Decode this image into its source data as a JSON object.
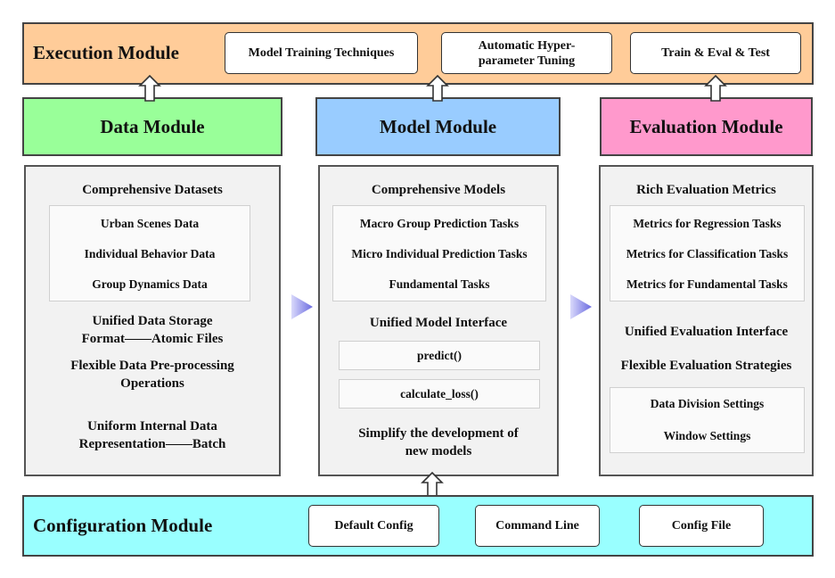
{
  "colors": {
    "execution_bg": "#ffcc99",
    "data_header": "#99ff99",
    "model_header": "#99ccff",
    "eval_header": "#ff99cc",
    "config_bg": "#99ffff",
    "panel_bg": "#f2f2f2",
    "arrow_fill": "#8a8ae6"
  },
  "execution": {
    "title": "Execution Module",
    "items": [
      "Model Training Techniques",
      "Automatic Hyper-parameter Tuning",
      "Train & Eval & Test"
    ]
  },
  "data_module": {
    "title": "Data Module",
    "heading": "Comprehensive Datasets",
    "datasets": [
      "Urban Scenes Data",
      "Individual Behavior Data",
      "Group Dynamics Data"
    ],
    "storage": "Unified Data Storage Format——Atomic Files",
    "preprocess": "Flexible Data Pre-processing Operations",
    "representation": "Uniform Internal Data Representation——Batch"
  },
  "model_module": {
    "title": "Model Module",
    "heading": "Comprehensive Models",
    "tasks": [
      "Macro Group Prediction Tasks",
      "Micro Individual Prediction Tasks",
      "Fundamental Tasks"
    ],
    "interface": "Unified Model Interface",
    "functions": [
      "predict()",
      "calculate_loss()"
    ],
    "simplify": "Simplify the development of new models"
  },
  "evaluation_module": {
    "title": "Evaluation Module",
    "heading": "Rich Evaluation Metrics",
    "metrics": [
      "Metrics for Regression Tasks",
      "Metrics for Classification Tasks",
      "Metrics for Fundamental Tasks"
    ],
    "interface": "Unified Evaluation Interface",
    "strategies": "Flexible Evaluation Strategies",
    "settings": [
      "Data Division Settings",
      "Window Settings"
    ]
  },
  "configuration": {
    "title": "Configuration Module",
    "items": [
      "Default Config",
      "Command Line",
      "Config File"
    ]
  }
}
